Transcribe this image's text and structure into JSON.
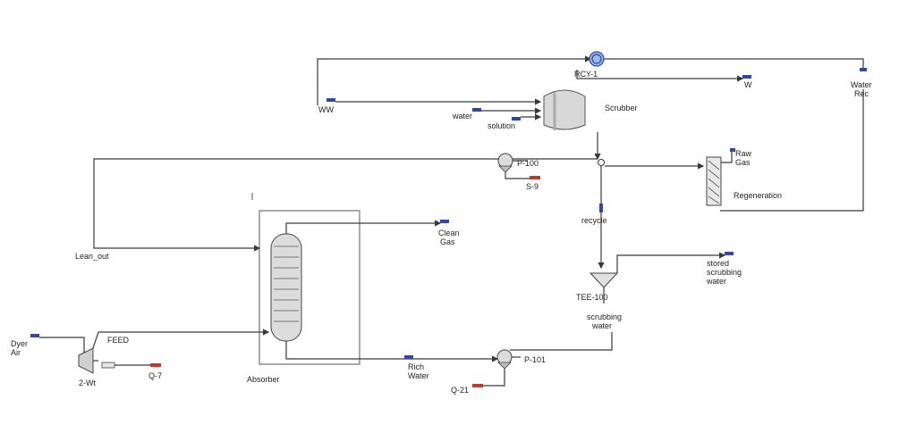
{
  "units": {
    "scrubber": "Scrubber",
    "absorber": "Absorber",
    "regeneration": "Regeneration",
    "recycle_block": "RCY-1",
    "pump_top": "P-100",
    "pump_bottom": "P-101",
    "tee": "TEE-100",
    "compressor": "2-Wt"
  },
  "streams": {
    "ww": "WW",
    "water": "water",
    "solution": "solution",
    "w": "W",
    "water_rec": [
      "Water",
      "Rec"
    ],
    "raw_gas": [
      "Raw",
      "Gas"
    ],
    "lean_out": "Lean_out",
    "s_stream": "S-9",
    "recycle": "recycle",
    "clean_gas": [
      "Clean",
      "Gas"
    ],
    "used_water": [
      "stored",
      "scrubbing",
      "water"
    ],
    "scrubbing_water": [
      "scrubbing",
      "water"
    ],
    "feed": "FEED",
    "dry_air": [
      "Dyer",
      "Air"
    ],
    "q7": "Q-7",
    "rich_water": [
      "Rich",
      "Water"
    ],
    "q21": "Q-21"
  },
  "colors": {
    "line": "#3a3a3a",
    "stream_marker": "#2b4aa8"
  }
}
